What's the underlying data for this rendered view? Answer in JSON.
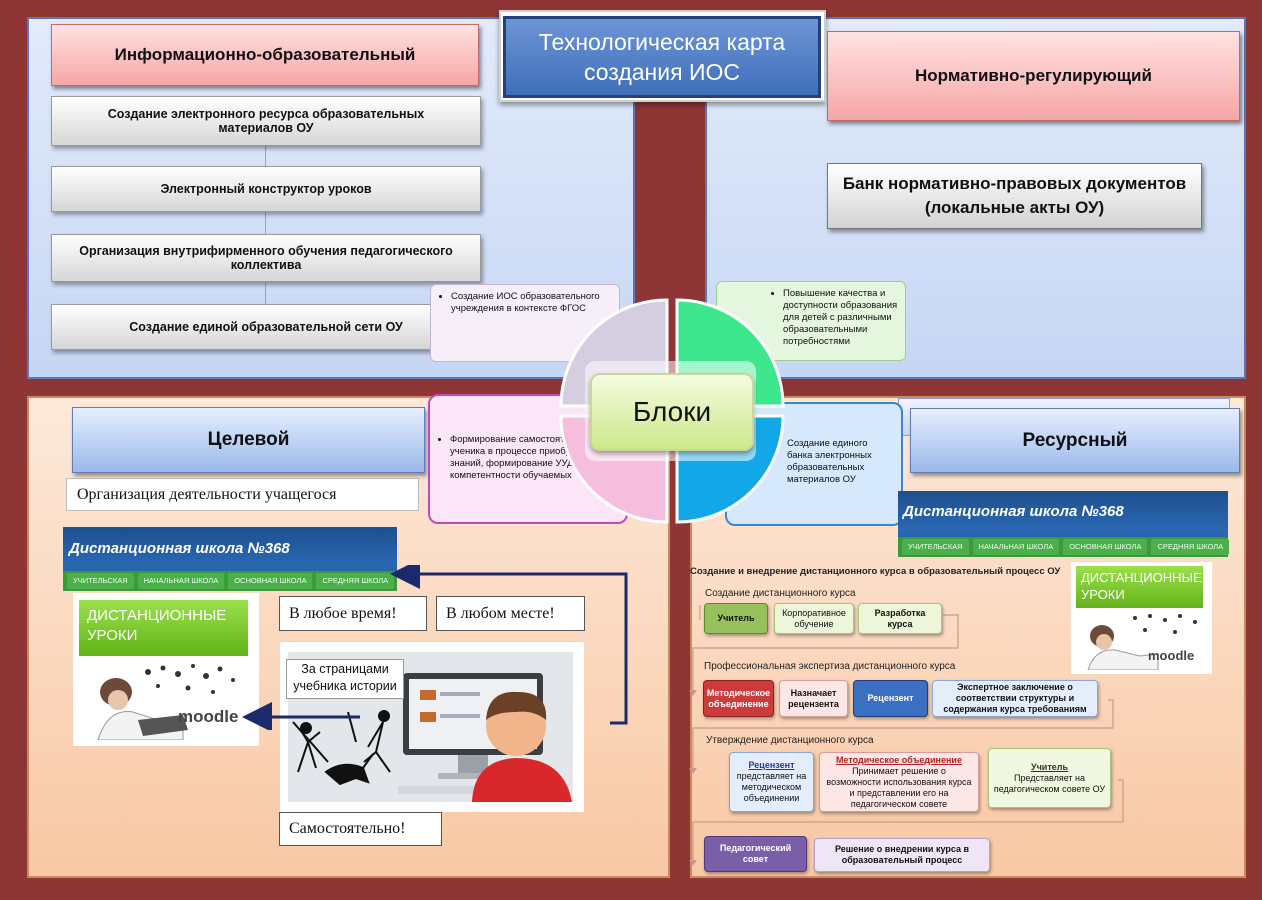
{
  "title": "Технологическая карта создания ИОС",
  "center_label": "Блоки",
  "colors": {
    "background": "#8e3535",
    "blue_quad": "#c6d6f3",
    "orange_quad": "#f8c8a4",
    "accent_pink": "#f6a6a6",
    "accent_blue": "#9ab8ea",
    "pie_green": "#3ee68e",
    "pie_blue": "#12a8e8",
    "pie_pink": "#f6bedd",
    "pie_lilac": "#d5cde0"
  },
  "informational": {
    "header": "Информационно-образовательный",
    "items": [
      "Создание электронного ресурса образовательных материалов ОУ",
      "Электронный конструктор уроков",
      "Организация внутрифирменного обучения педагогического коллектива",
      "Создание единой образовательной сети ОУ"
    ],
    "note": "Создание ИОС образовательного учреждения в контексте ФГОС"
  },
  "normative": {
    "header": "Нормативно-регулирующий",
    "bank": "Банк нормативно-правовых документов (локальные акты ОУ)",
    "note": "Повышение качества и доступности образования для детей с различными образовательными потребностями"
  },
  "target": {
    "header": "Целевой",
    "activity": "Организация деятельности учащегося",
    "note": "Формирование самостоятельности ученика в процессе приобретения знаний, формирование УУД и ИКТ-компетентности обучаемых",
    "site_title": "Дистанционная школа №368",
    "site_nav": [
      "УЧИТЕЛЬСКАЯ",
      "НАЧАЛЬНАЯ ШКОЛА",
      "ОСНОВНАЯ ШКОЛА",
      "СРЕДНЯЯ ШКОЛА"
    ],
    "tile": "ДИСТАНЦИОННЫЕ УРОКИ",
    "moodle": "moodle",
    "any_time": "В любое время!",
    "any_place": "В любом месте!",
    "book_label": "За страницами учебника истории",
    "self": "Самостоятельно!"
  },
  "resource": {
    "header": "Ресурсный",
    "note": "Создание единого банка электронных образовательных материалов ОУ",
    "site_title": "Дистанционная школа №368",
    "site_nav": [
      "УЧИТЕЛЬСКАЯ",
      "НАЧАЛЬНАЯ ШКОЛА",
      "ОСНОВНАЯ ШКОЛА",
      "СРЕДНЯЯ ШКОЛА"
    ],
    "tile": "ДИСТАНЦИОННЫЕ УРОКИ",
    "moodle": "moodle",
    "flow_title": "Создание и внедрение дистанционного курса в образовательный процесс ОУ",
    "stage1": {
      "title": "Создание дистанционного курса",
      "steps": [
        "Учитель",
        "Корпоративное обучение",
        "Разработка курса"
      ]
    },
    "stage2": {
      "title": "Профессиональная экспертиза дистанционного курса",
      "steps": [
        "Методическое объединение",
        "Назначает рецензента",
        "Рецензент",
        "Экспертное заключение о соответствии структуры и содержания курса требованиям"
      ]
    },
    "stage3": {
      "title": "Утверждение дистанционного курса",
      "b1_head": "Рецензент",
      "b1_text": "представляет на методическом объединении",
      "b2_head": "Методическое объединение",
      "b2_text": "Принимает решение о возможности использования курса и представлении его на педагогическом совете",
      "b3_head": "Учитель",
      "b3_text": "Представляет на педагогическом совете ОУ"
    },
    "stage4": {
      "steps": [
        "Педагогический совет",
        "Решение о внедрении курса в образовательный процесс"
      ]
    }
  }
}
